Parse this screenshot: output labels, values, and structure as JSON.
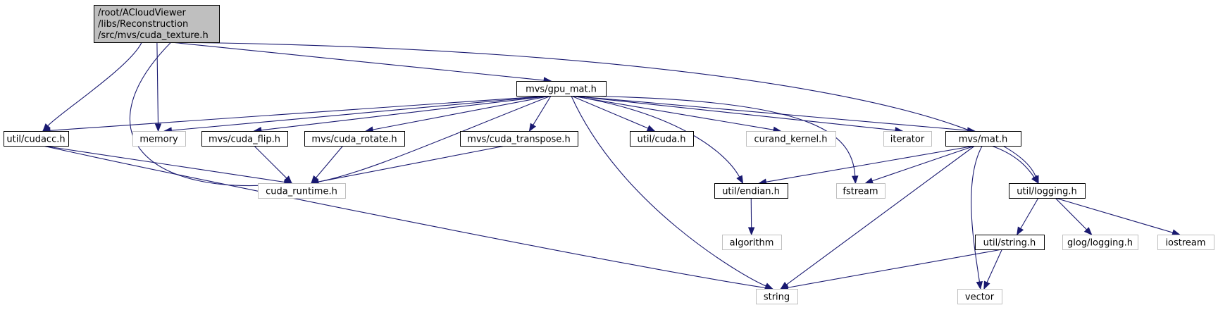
{
  "colors": {
    "edge": "#191970",
    "root_fill": "#bfbfbf",
    "node_fill": "#ffffff",
    "documented_border": "#000000",
    "external_border": "#bfbfbf",
    "external_text": "#555555"
  },
  "nodes": [
    {
      "id": "root",
      "lines": [
        "/root/ACloudViewer",
        "/libs/Reconstruction",
        "/src/mvs/cuda_texture.h"
      ],
      "kind": "root"
    },
    {
      "id": "gpu_mat",
      "lines": [
        "mvs/gpu_mat.h"
      ],
      "kind": "documented"
    },
    {
      "id": "cudacc",
      "lines": [
        "util/cudacc.h"
      ],
      "kind": "documented"
    },
    {
      "id": "memory",
      "lines": [
        "memory"
      ],
      "kind": "external"
    },
    {
      "id": "cuda_flip",
      "lines": [
        "mvs/cuda_flip.h"
      ],
      "kind": "documented"
    },
    {
      "id": "cuda_rotate",
      "lines": [
        "mvs/cuda_rotate.h"
      ],
      "kind": "documented"
    },
    {
      "id": "cuda_transpose",
      "lines": [
        "mvs/cuda_transpose.h"
      ],
      "kind": "documented"
    },
    {
      "id": "util_cuda",
      "lines": [
        "util/cuda.h"
      ],
      "kind": "documented"
    },
    {
      "id": "curand_kernel",
      "lines": [
        "curand_kernel.h"
      ],
      "kind": "external"
    },
    {
      "id": "iterator",
      "lines": [
        "iterator"
      ],
      "kind": "external"
    },
    {
      "id": "mat",
      "lines": [
        "mvs/mat.h"
      ],
      "kind": "documented"
    },
    {
      "id": "cuda_runtime",
      "lines": [
        "cuda_runtime.h"
      ],
      "kind": "external"
    },
    {
      "id": "endian",
      "lines": [
        "util/endian.h"
      ],
      "kind": "documented"
    },
    {
      "id": "fstream",
      "lines": [
        "fstream"
      ],
      "kind": "external"
    },
    {
      "id": "logging",
      "lines": [
        "util/logging.h"
      ],
      "kind": "documented"
    },
    {
      "id": "algorithm",
      "lines": [
        "algorithm"
      ],
      "kind": "external"
    },
    {
      "id": "util_string",
      "lines": [
        "util/string.h"
      ],
      "kind": "documented"
    },
    {
      "id": "glog_logging",
      "lines": [
        "glog/logging.h"
      ],
      "kind": "external"
    },
    {
      "id": "iostream",
      "lines": [
        "iostream"
      ],
      "kind": "external"
    },
    {
      "id": "string",
      "lines": [
        "string"
      ],
      "kind": "external"
    },
    {
      "id": "vector",
      "lines": [
        "vector"
      ],
      "kind": "external"
    }
  ],
  "edges": [
    [
      "root",
      "gpu_mat"
    ],
    [
      "root",
      "cudacc"
    ],
    [
      "root",
      "memory"
    ],
    [
      "root",
      "cuda_runtime"
    ],
    [
      "root",
      "logging"
    ],
    [
      "gpu_mat",
      "cudacc"
    ],
    [
      "gpu_mat",
      "memory"
    ],
    [
      "gpu_mat",
      "cuda_flip"
    ],
    [
      "gpu_mat",
      "cuda_rotate"
    ],
    [
      "gpu_mat",
      "cuda_transpose"
    ],
    [
      "gpu_mat",
      "cuda_runtime"
    ],
    [
      "gpu_mat",
      "util_cuda"
    ],
    [
      "gpu_mat",
      "endian"
    ],
    [
      "gpu_mat",
      "curand_kernel"
    ],
    [
      "gpu_mat",
      "fstream"
    ],
    [
      "gpu_mat",
      "iterator"
    ],
    [
      "gpu_mat",
      "mat"
    ],
    [
      "gpu_mat",
      "string"
    ],
    [
      "cudacc",
      "cuda_runtime"
    ],
    [
      "cudacc",
      "string"
    ],
    [
      "cuda_flip",
      "cuda_runtime"
    ],
    [
      "cuda_rotate",
      "cuda_runtime"
    ],
    [
      "cuda_transpose",
      "cuda_runtime"
    ],
    [
      "mat",
      "endian"
    ],
    [
      "mat",
      "fstream"
    ],
    [
      "mat",
      "logging"
    ],
    [
      "mat",
      "string"
    ],
    [
      "mat",
      "vector"
    ],
    [
      "endian",
      "algorithm"
    ],
    [
      "logging",
      "util_string"
    ],
    [
      "logging",
      "glog_logging"
    ],
    [
      "logging",
      "iostream"
    ],
    [
      "util_string",
      "string"
    ],
    [
      "util_string",
      "vector"
    ]
  ]
}
